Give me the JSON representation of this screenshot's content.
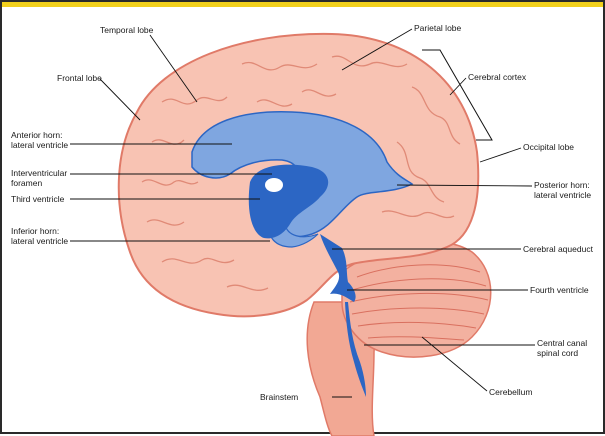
{
  "labels": {
    "temporal_lobe": "Temporal lobe",
    "frontal_lobe": "Frontal lobe",
    "anterior_horn": "Anterior horn:\nlateral ventricle",
    "interventricular_foramen": "Interventricular\nforamen",
    "third_ventricle": "Third ventricle",
    "inferior_horn": "Inferior horn:\nlateral ventricle",
    "brainstem": "Brainstem",
    "parietal_lobe": "Parietal lobe",
    "cerebral_cortex": "Cerebral cortex",
    "occipital_lobe": "Occipital lobe",
    "posterior_horn": "Posterior horn:\nlateral ventricle",
    "cerebral_aqueduct": "Cerebral aqueduct",
    "fourth_ventricle": "Fourth ventricle",
    "central_canal": "Central canal\nspinal cord",
    "cerebellum": "Cerebellum"
  },
  "colors": {
    "cerebrum_fill": "#f8c3b3",
    "cerebrum_outline": "#e07a68",
    "cerebellum_fill": "#f3b1a0",
    "brainstem_fill": "#f2a894",
    "ventricle_light": "#7fa6e0",
    "ventricle_dark": "#2c66c4",
    "leader_line": "#111111",
    "header_band": "#f2d01c"
  }
}
